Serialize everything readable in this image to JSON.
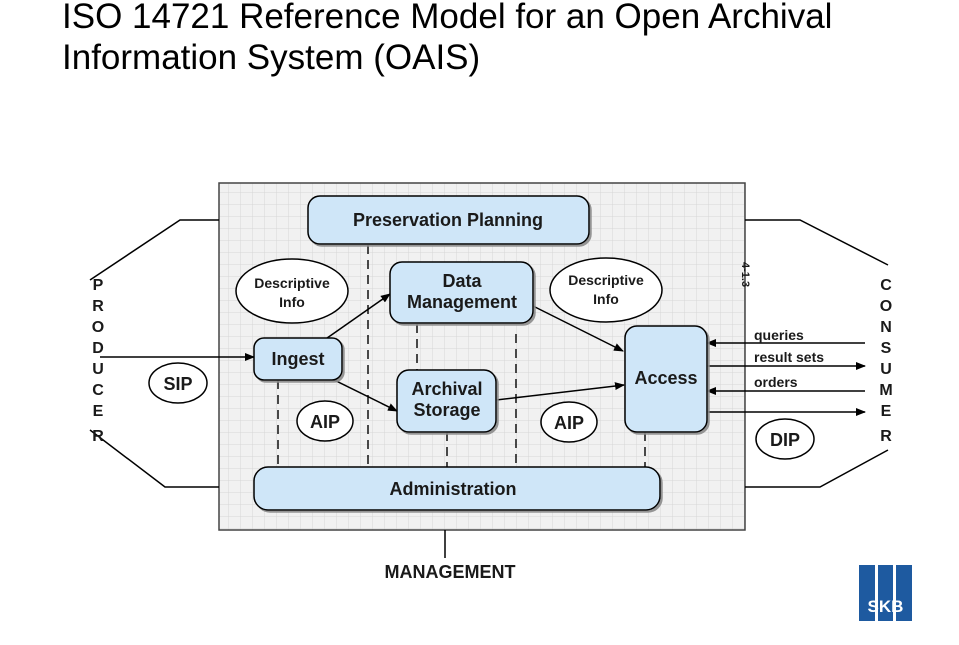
{
  "title": {
    "line1": "ISO 14721 Reference Model for an Open Archival",
    "line2": "Information System (OAIS)"
  },
  "diagram": {
    "preservation_planning": "Preservation Planning",
    "data_management": [
      "Data",
      "Management"
    ],
    "descriptive_info_left": [
      "Descriptive",
      "Info"
    ],
    "descriptive_info_right": [
      "Descriptive",
      "Info"
    ],
    "ingest": "Ingest",
    "archival_storage": [
      "Archival",
      "Storage"
    ],
    "access": "Access",
    "administration": "Administration",
    "management": "MANAGEMENT",
    "sip": "SIP",
    "aip_left": "AIP",
    "aip_right": "AIP",
    "dip": "DIP",
    "queries": "queries",
    "result_sets": "result sets",
    "orders": "orders",
    "producer_letters": [
      "P",
      "R",
      "O",
      "D",
      "U",
      "C",
      "E",
      "R"
    ],
    "consumer_letters": [
      "C",
      "O",
      "N",
      "S",
      "U",
      "M",
      "E",
      "R"
    ],
    "side_note": "4-1.3"
  },
  "colors": {
    "box_fill": "#cfe6f8",
    "grid_bg": "#f1f1f1",
    "grid_line": "#d6d6d6",
    "logo_blue": "#1e5aa0"
  },
  "logo": {
    "text": "SKB"
  }
}
